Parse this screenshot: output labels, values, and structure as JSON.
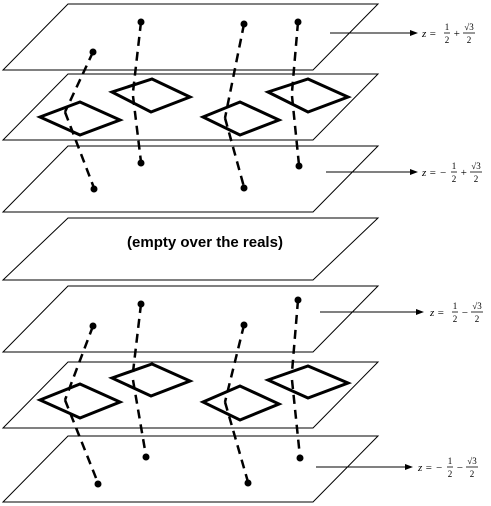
{
  "empty_plane_label": "(empty over the reals)",
  "z_labels": [
    {
      "lead": "z = ",
      "sign1": "",
      "a_num": "1",
      "a_den": "2",
      "op": "+",
      "b_num": "√3",
      "b_den": "2"
    },
    {
      "lead": "z = −",
      "sign1": "",
      "a_num": "1",
      "a_den": "2",
      "op": "+",
      "b_num": "√3",
      "b_den": "2"
    },
    {
      "lead": "z = ",
      "sign1": "",
      "a_num": "1",
      "a_den": "2",
      "op": "−",
      "b_num": "√3",
      "b_den": "2"
    },
    {
      "lead": "z = −",
      "sign1": "",
      "a_num": "1",
      "a_den": "2",
      "op": "−",
      "b_num": "√3",
      "b_den": "2"
    }
  ]
}
